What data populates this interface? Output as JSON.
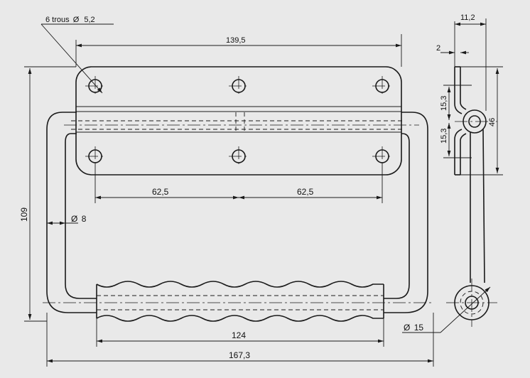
{
  "labels": {
    "holes_prefix": "6 trous",
    "holes_symbol": "Ø",
    "holes_value": "5,2",
    "width_plate": "139,5",
    "spacing_left": "62,5",
    "spacing_right": "62,5",
    "height_total": "109",
    "rod_symbol": "Ø",
    "rod_value": "8",
    "grip_length": "124",
    "overall_width": "167,3",
    "side_depth": "11,2",
    "side_thickness": "2",
    "side_upper": "15,3",
    "side_lower": "15,3",
    "side_height": "46",
    "pivot_symbol": "Ø",
    "pivot_value": "15"
  }
}
